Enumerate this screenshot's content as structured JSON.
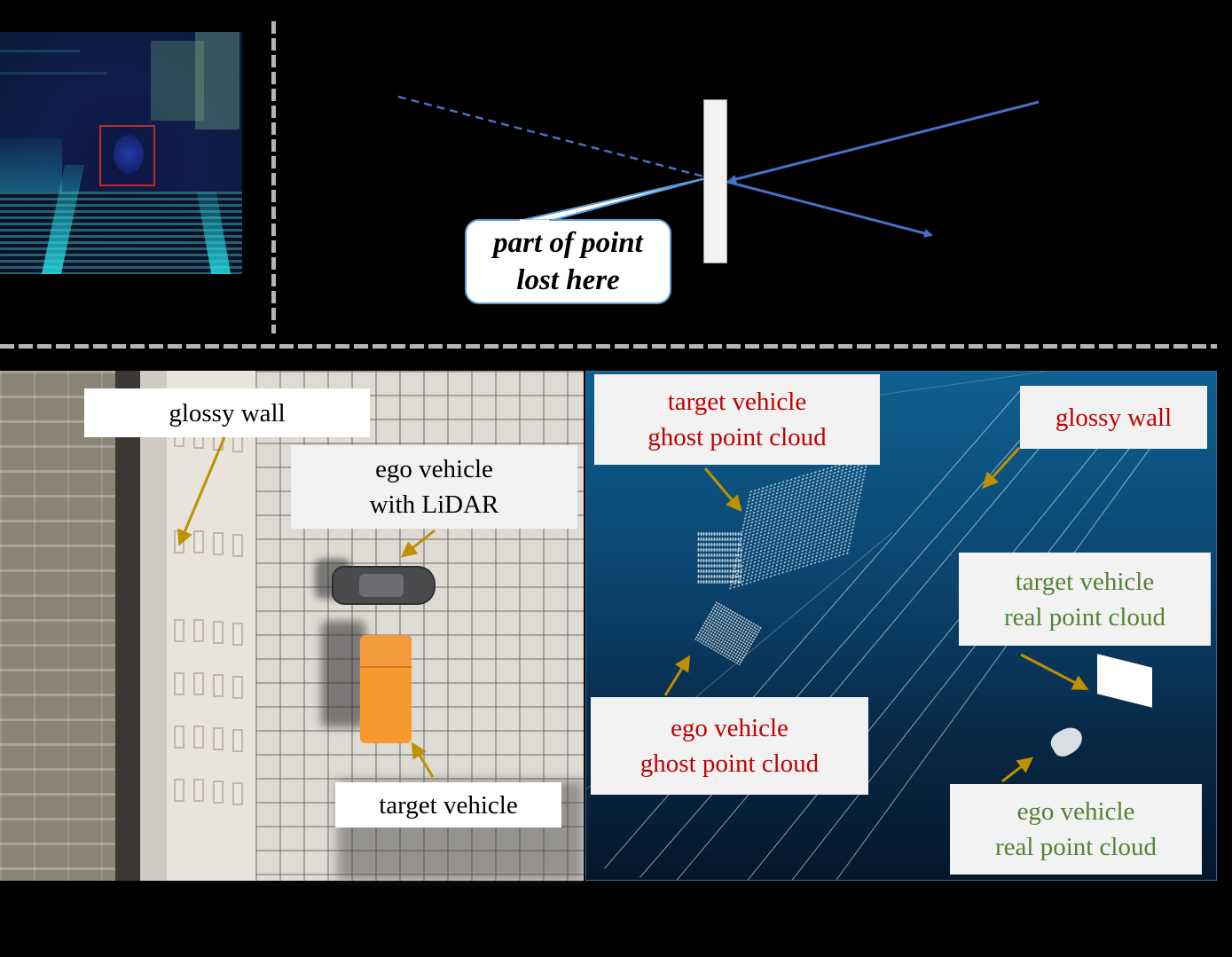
{
  "figure": {
    "top_left_panel": {
      "description": "LiDAR point cloud rendering with highlighted object",
      "highlight_box_color": "#c02a2a"
    },
    "reflection_diagram": {
      "callout_line1": "part of point",
      "callout_line2": "lost here",
      "ray_color": "#4472c4",
      "mirror_color": "#f2f2f2"
    },
    "aerial_scene": {
      "labels": {
        "glossy_wall": "glossy wall",
        "ego_vehicle_line1": "ego vehicle",
        "ego_vehicle_line2": "with LiDAR",
        "target_vehicle": "target vehicle"
      },
      "target_vehicle_color": "#f6982e",
      "arrow_color": "#bf9000"
    },
    "point_cloud_scene": {
      "labels": {
        "target_ghost_line1": "target vehicle",
        "target_ghost_line2": "ghost point cloud",
        "glossy_wall": "glossy wall",
        "target_real_line1": "target vehicle",
        "target_real_line2": "real point cloud",
        "ego_ghost_line1": "ego vehicle",
        "ego_ghost_line2": "ghost point cloud",
        "ego_real_line1": "ego vehicle",
        "ego_real_line2": "real point cloud"
      },
      "ghost_label_color": "#c00000",
      "real_label_color": "#548235",
      "arrow_color": "#bf9000"
    }
  }
}
